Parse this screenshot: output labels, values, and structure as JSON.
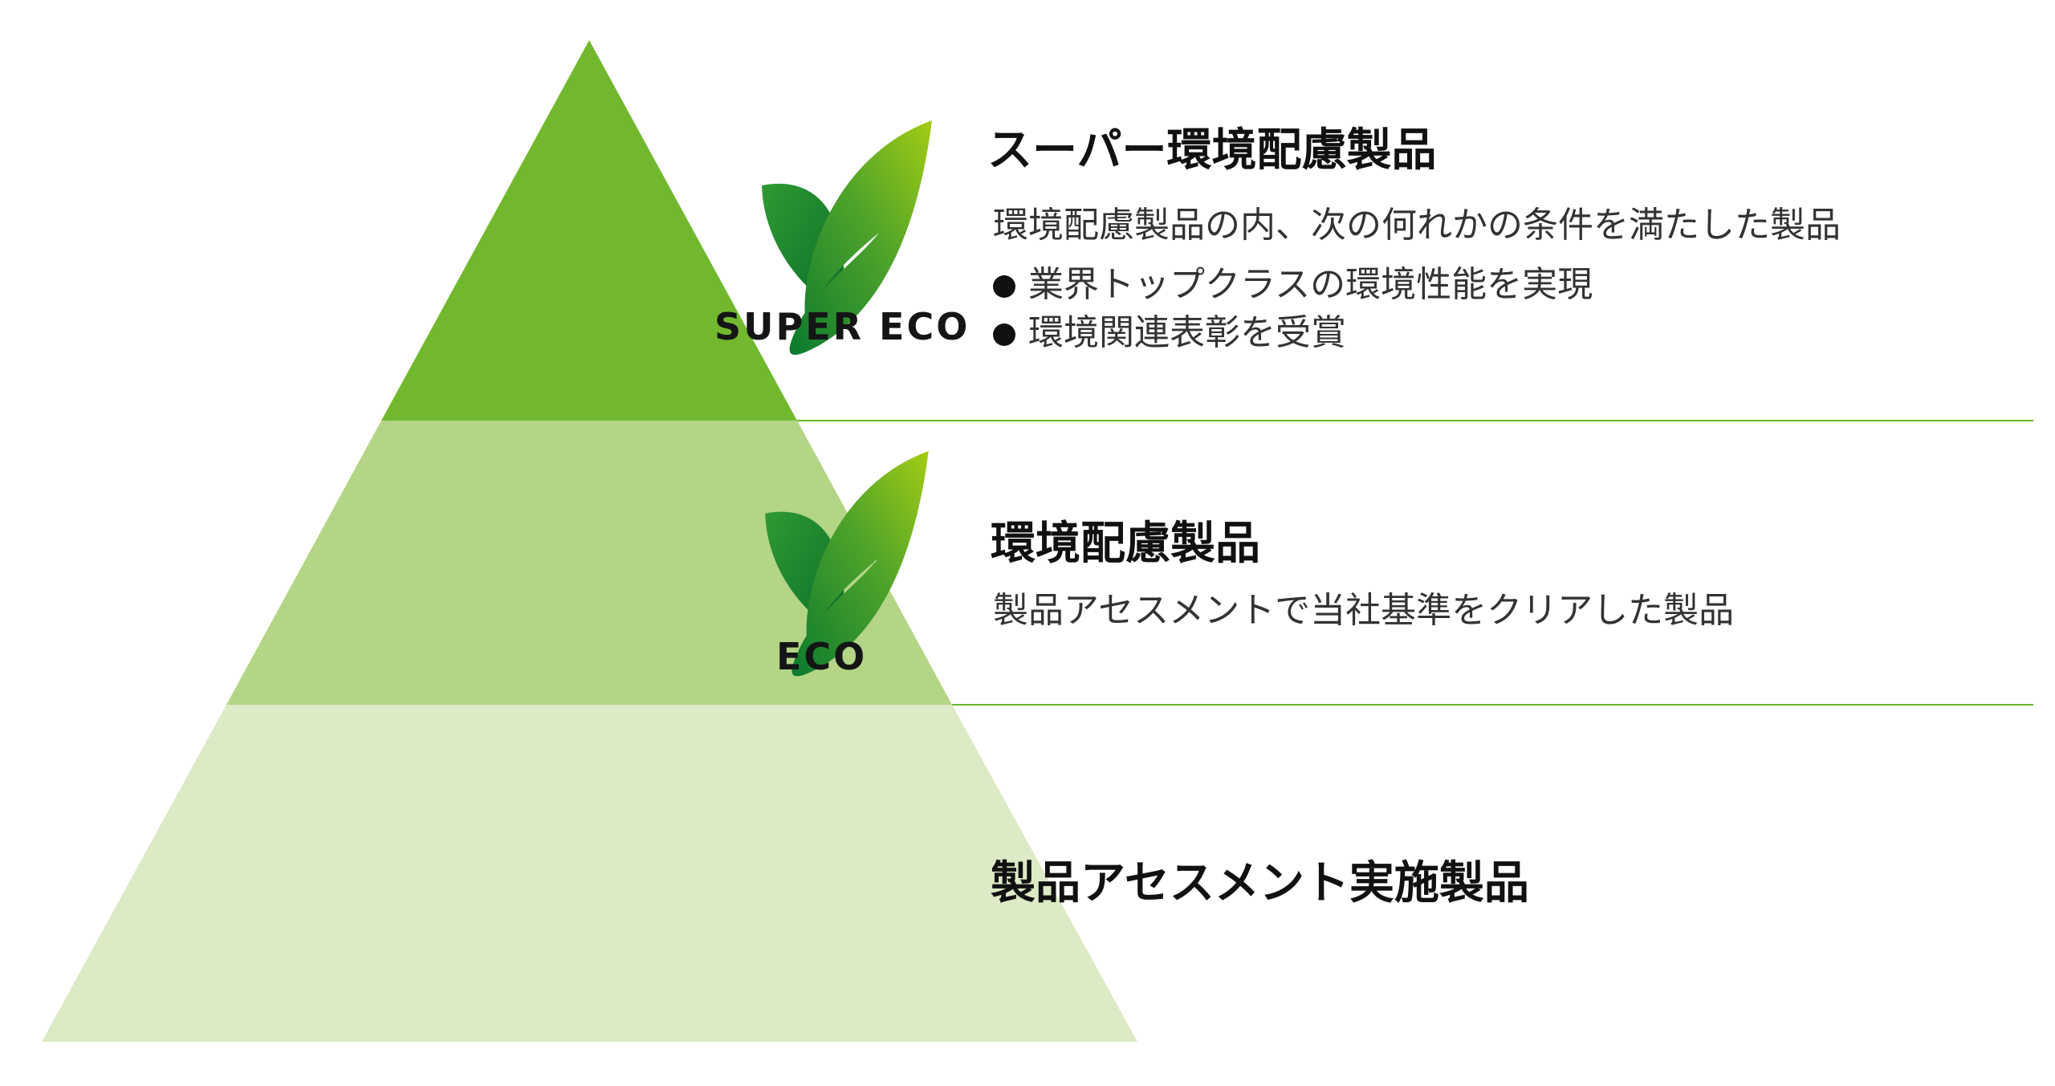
{
  "tiers": [
    {
      "logo_label": "SUPER ECO",
      "title": "スーパー環境配慮製品",
      "description": "環境配慮製品の内、次の何れかの条件を満たした製品",
      "bullets": [
        "業界トップクラスの環境性能を実現",
        "環境関連表彰を受賞"
      ]
    },
    {
      "logo_label": "ECO",
      "title": "環境配慮製品",
      "description": "製品アセスメントで当社基準をクリアした製品"
    },
    {
      "title": "製品アセスメント実施製品"
    }
  ],
  "colors": {
    "tier_top": "#71b82e",
    "tier_middle": "#b3d585",
    "tier_bottom": "#dceac5",
    "divider": "#6ab52b",
    "leaf_dark": "#0b7a2e",
    "leaf_light": "#9cc81a",
    "bullet": "#111111"
  },
  "icons": [
    "leaf-icon",
    "bullet-dot"
  ]
}
